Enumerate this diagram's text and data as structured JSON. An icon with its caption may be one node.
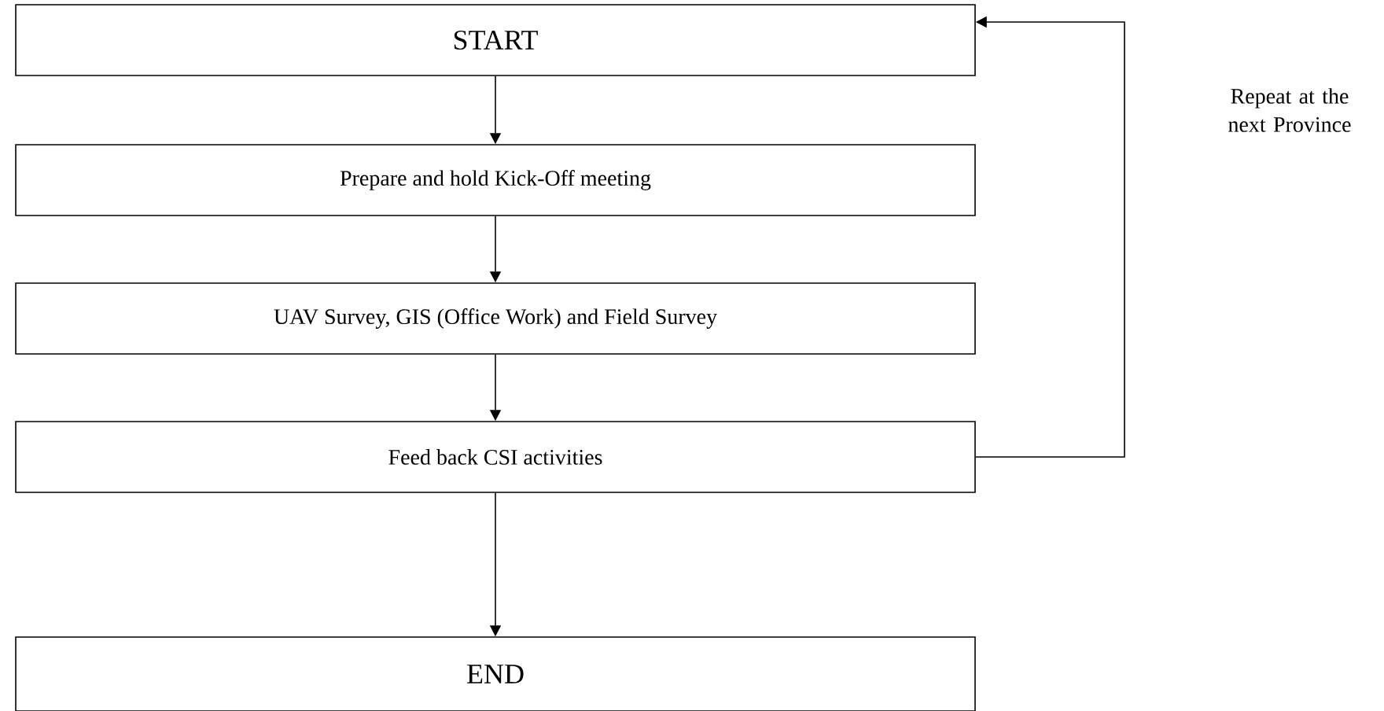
{
  "diagram": {
    "nodes": [
      {
        "text": [
          "START"
        ]
      },
      {
        "text": [
          "Prepare and hold Kick-Off meeting"
        ]
      },
      {
        "text": [
          "UAV Survey, GIS (Office Work) and Field Survey"
        ]
      },
      {
        "text": [
          "Feed back CSI activities"
        ]
      },
      {
        "text": [
          "END"
        ]
      }
    ],
    "edges": [
      {
        "from": 0,
        "to": 1,
        "arrow": "to"
      },
      {
        "from": 1,
        "to": 2,
        "arrow": "to"
      },
      {
        "from": 2,
        "to": 3,
        "arrow": "to"
      },
      {
        "from": 3,
        "to": 4,
        "arrow": "to"
      },
      {
        "from": 3,
        "to": 0,
        "arrow": "to",
        "label": "Repeat at the next Province"
      }
    ]
  }
}
